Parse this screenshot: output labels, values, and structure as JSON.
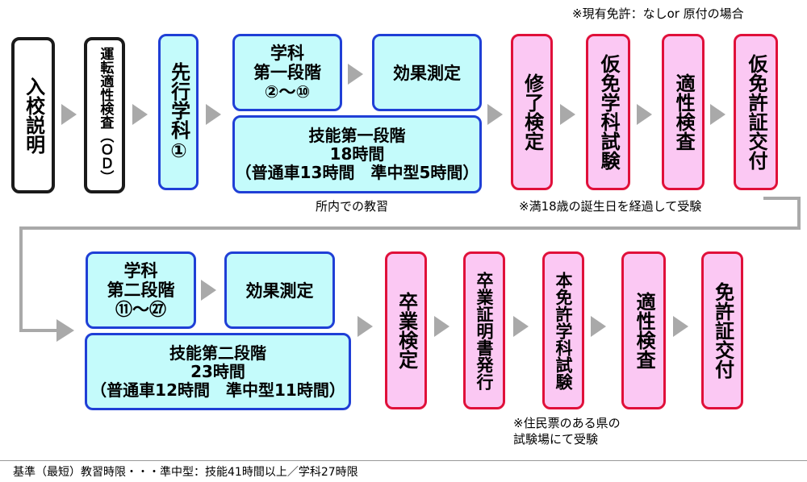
{
  "top_note": "※現有免許：なしor 原付の場合",
  "row1": {
    "intro": "入校説明",
    "aptitude_od": "運転適性検査（ＯＤ）",
    "pre_lecture": "先行学科①",
    "academic1": "学科\n第一段階\n②～⑩",
    "effect1": "効果測定",
    "skill1": "技能第一段階\n18時間\n（普通車13時間　準中型5時間）",
    "completion_exam": "修了検定",
    "provisional_test": "仮免学科試験",
    "aptitude1": "適性検査",
    "provisional_issue": "仮免許証交付"
  },
  "row2": {
    "academic2": "学科\n第二段階\n⑪～㉗",
    "effect2": "効果測定",
    "skill2": "技能第二段階\n23時間\n（普通車12時間　準中型11時間）",
    "graduation_exam": "卒業検定",
    "certificate_issue": "卒業証明書発行",
    "license_test": "本免許学科試験",
    "aptitude2": "適性検査",
    "license_issue": "免許証交付"
  },
  "notes": {
    "in_school": "所内での教習",
    "age_note": "※満18歳の誕生日を経過して受験",
    "residence_note": "※住民票のある県の\n試験場にて受験",
    "footer": "基準（最短）教習時限・・・準中型：技能41時間以上／学科27時限"
  },
  "colors": {
    "start_border": "#1a1a1a",
    "school_border": "#1f3fd6",
    "school_fill": "#c4fbfb",
    "exam_border": "#e0103a",
    "exam_fill": "#fbc8f3",
    "arrow": "#a9a9a9"
  }
}
